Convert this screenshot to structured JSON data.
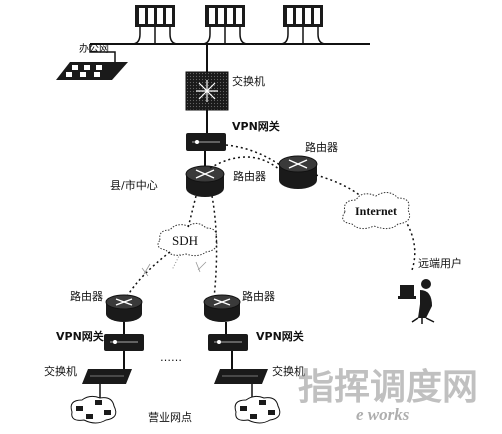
{
  "labels": {
    "office_network": "办公网",
    "core_switch": "交换机",
    "core_vpn": "VPN网关",
    "county_center": "县/市中心",
    "center_router": "路由器",
    "internet_router": "路由器",
    "internet": "Internet",
    "sdh": "SDH",
    "remote_user": "远端用户",
    "branch1_router": "路由器",
    "branch1_vpn": "VPN网关",
    "branch1_switch": "交换机",
    "branch2_router": "路由器",
    "branch2_vpn": "VPN网关",
    "branch2_switch": "交换机",
    "ellipsis": "……",
    "business_outlet": "营业网点"
  },
  "watermark": {
    "main": "指挥调度网",
    "brand": "e works"
  },
  "colors": {
    "ink": "#111111",
    "device_fill": "#1a1a1a",
    "watermark": "#8c8c8c"
  }
}
